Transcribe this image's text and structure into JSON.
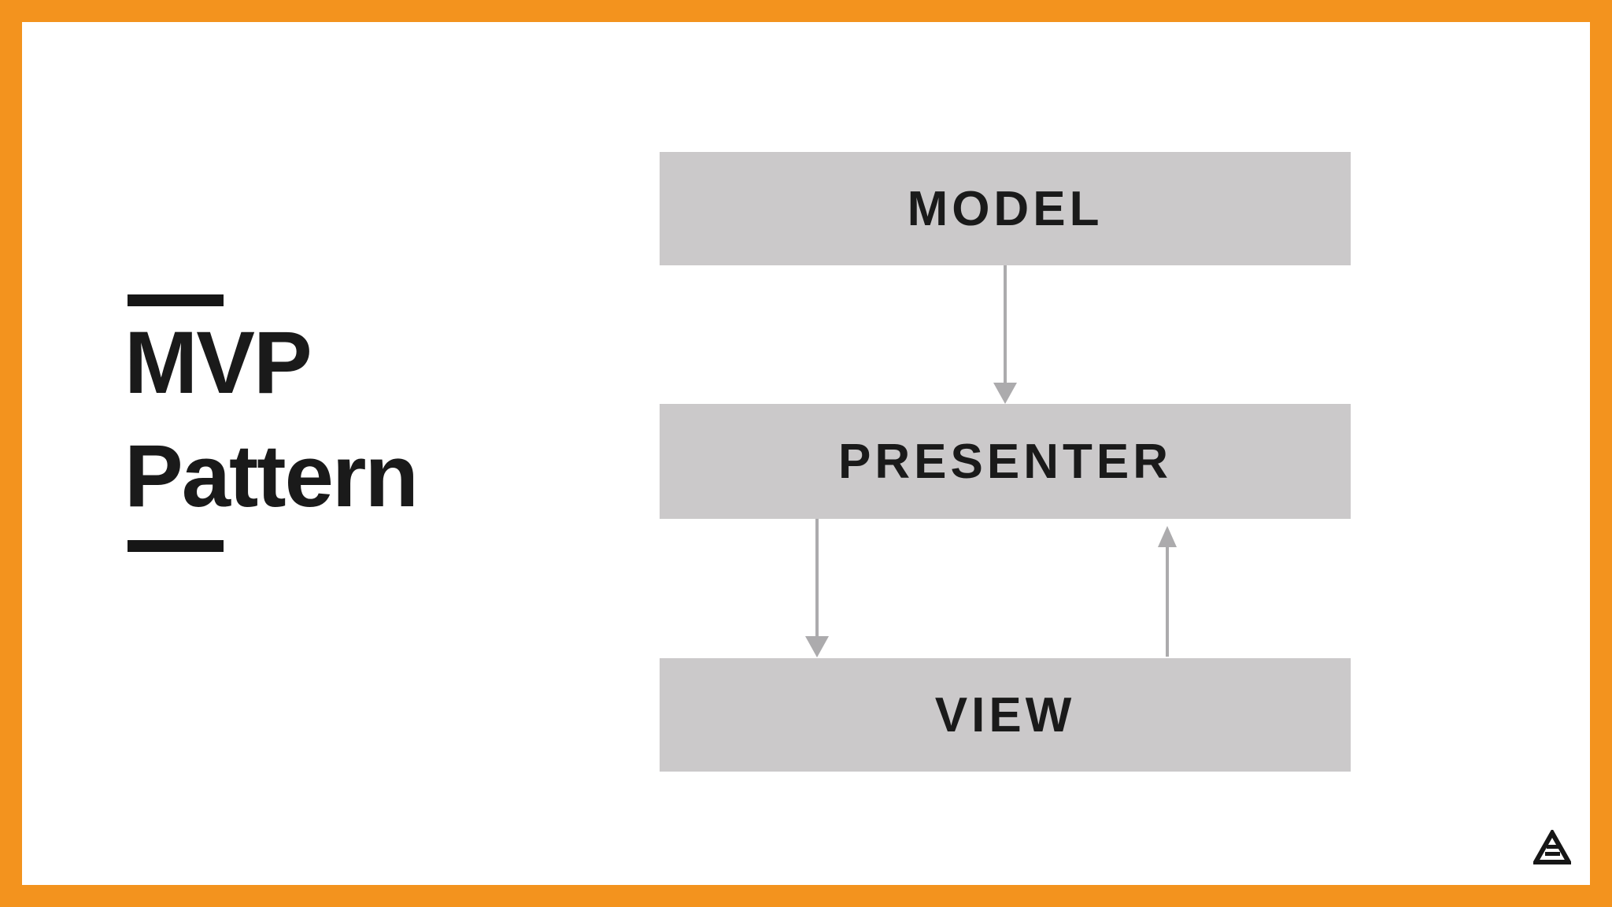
{
  "slide": {
    "title": {
      "line1": "MVP",
      "line2": "Pattern"
    }
  },
  "diagram": {
    "nodes": [
      {
        "id": "model",
        "label": "MODEL"
      },
      {
        "id": "presenter",
        "label": "PRESENTER"
      },
      {
        "id": "view",
        "label": "VIEW"
      }
    ],
    "edges": [
      {
        "from": "model",
        "to": "presenter",
        "direction": "down"
      },
      {
        "from": "presenter",
        "to": "view",
        "direction": "down"
      },
      {
        "from": "view",
        "to": "presenter",
        "direction": "up"
      }
    ]
  },
  "branding": {
    "logo_icon": "ae-monogram"
  },
  "colors": {
    "frame": "#F3931E",
    "background": "#FFFFFF",
    "node_fill": "#CBC9CA",
    "arrow": "#ACABAD",
    "text": "#1A1A1A"
  }
}
